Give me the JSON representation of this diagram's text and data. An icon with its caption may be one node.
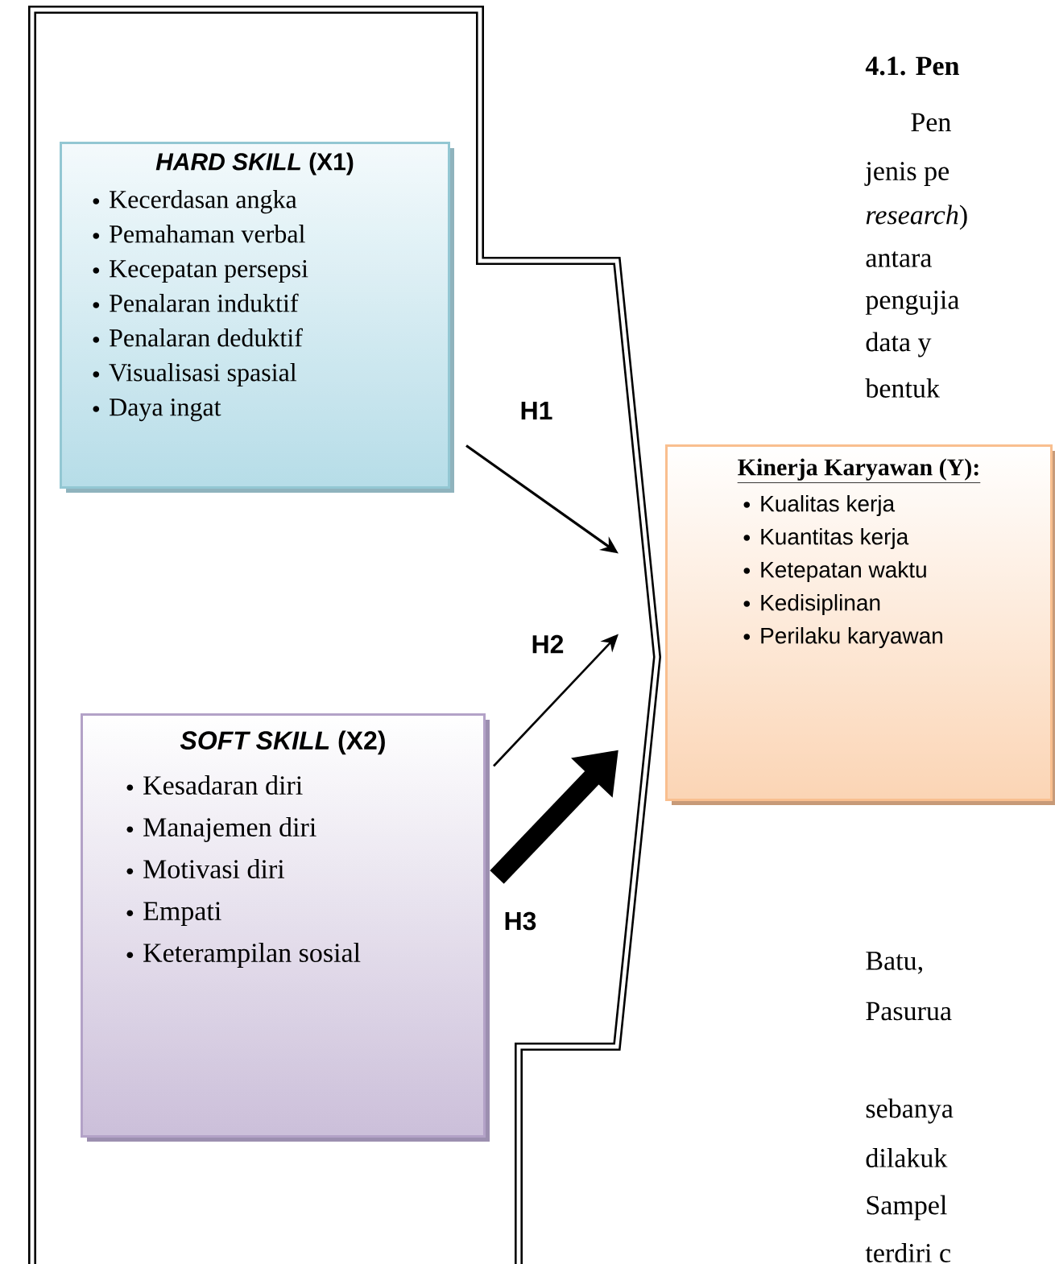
{
  "diagram": {
    "nodes": [
      {
        "text": [
          "*HARD SKILL* (X1)",
          "Kecerdasan angka",
          "Pemahaman verbal",
          "Kecepatan persepsi",
          "Penalaran induktif",
          "Penalaran deduktif",
          "Visualisasi spasial",
          "Daya ingat"
        ]
      },
      {
        "text": [
          "*SOFT SKILL* (X2)",
          "Kesadaran diri",
          "Manajemen diri",
          "Motivasi diri",
          "Empati",
          "Keterampilan sosial"
        ]
      },
      {
        "text": [
          "Kinerja Karyawan (Y):",
          "Kualitas kerja",
          "Kuantitas kerja",
          "Ketepatan waktu",
          "Kedisiplinan",
          "Perilaku karyawan"
        ]
      }
    ],
    "edges": [
      {
        "from": 0,
        "to": 2,
        "arrow": "to",
        "label": "H1"
      },
      {
        "from": 1,
        "to": 2,
        "arrow": "to",
        "label": "H2"
      },
      {
        "from": 1,
        "to": 2,
        "arrow": "to",
        "label": "H3",
        "style": "thick"
      }
    ],
    "labels": [
      "4.1. Pen",
      "Pen",
      "jenis pe",
      "*research*)",
      "antara",
      "pengujia",
      "data y",
      "bentuk",
      "Batu,",
      "Pasurua",
      "sebanya",
      "dilakuk",
      "Sampel",
      "terdiri c"
    ]
  }
}
